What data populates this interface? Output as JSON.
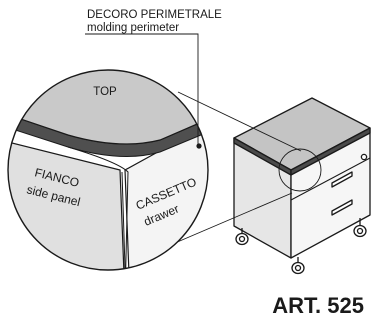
{
  "callout": {
    "line1": "DECORO PERIMETRALE",
    "line2": "molding perimeter"
  },
  "labels": {
    "top": "TOP",
    "fianco_it": "FIANCO",
    "fianco_en": "side panel",
    "cassetto_it": "CASSETTO",
    "cassetto_en": "drawer"
  },
  "article": "ART. 525",
  "colors": {
    "line": "#1a1a1a",
    "top_fill": "#c9c9c9",
    "edge_fill": "#4a4a4a",
    "side_fill": "#e2e2e2",
    "face_fill": "#f4f4f4"
  }
}
